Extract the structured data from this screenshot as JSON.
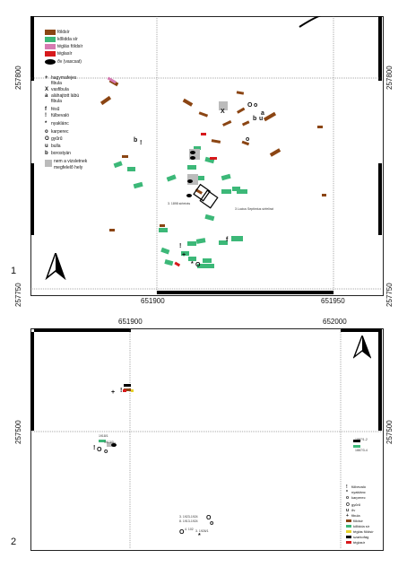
{
  "panel_numbers": {
    "top": "1",
    "bottom": "2"
  },
  "map1": {
    "coords": {
      "y_top": "257800",
      "y_bottom": "257750",
      "x_left": "651900",
      "x_right": "651950"
    },
    "legend_colors": [
      {
        "label": "földsír",
        "color": "#8B4513"
      },
      {
        "label": "kőlidda sír",
        "color": "#3CB878"
      },
      {
        "label": "téglás földsír",
        "color": "#D67AB1"
      },
      {
        "label": "téglasír",
        "color": "#D7191C"
      },
      {
        "label": "őv (vascsat)",
        "color": "#000000"
      }
    ],
    "legend_symbols": [
      {
        "symbol": "+",
        "label": "hagymafejes"
      },
      {
        "symbol": "",
        "label": "fibula"
      },
      {
        "symbol": "X",
        "label": "vasfibula"
      },
      {
        "symbol": "a",
        "label": "aláhajtott lábú"
      },
      {
        "symbol": "",
        "label": "fibula"
      },
      {
        "symbol": "f",
        "label": "fésű"
      },
      {
        "symbol": "!",
        "label": "fülbevaló"
      },
      {
        "symbol": "*",
        "label": "nyaklánc"
      },
      {
        "symbol": "o",
        "label": "karperec"
      },
      {
        "symbol": "O",
        "label": "gyűrű"
      },
      {
        "symbol": "u",
        "label": "bulla"
      },
      {
        "symbol": "b",
        "label": "borostyán"
      }
    ],
    "legend_gray": [
      "nem a vizsletnek",
      "megfelelő hely"
    ],
    "notes": [
      "3. 1898 sírleírás",
      "3 Lucius Septimius sírfelirat"
    ]
  },
  "map2": {
    "coords": {
      "x_left": "651900",
      "x_right": "652000",
      "y_mid": "257500"
    },
    "legend_symbols": [
      {
        "symbol": "!",
        "label": "fülbevaló"
      },
      {
        "symbol": "*",
        "label": "nyaklánc"
      },
      {
        "symbol": "o",
        "label": "karperec"
      },
      {
        "symbol": "O",
        "label": "gyűrű"
      },
      {
        "symbol": "u",
        "label": "őv"
      },
      {
        "symbol": "+",
        "label": "fibula"
      }
    ],
    "legend_colors": [
      {
        "label": "földsír",
        "color": "#8B4513"
      },
      {
        "label": "kőlidda sír",
        "color": "#3CB878"
      },
      {
        "label": "téglás földsír",
        "color": "#E7D22C"
      },
      {
        "label": "szarkofág",
        "color": "#000000"
      },
      {
        "label": "téglasír",
        "color": "#D7191C"
      }
    ],
    "labels": {
      "g1": "1918/1",
      "g2": "1913/3",
      "g3": "1887/1-2",
      "g4": "1887/3-4",
      "g5": "3. 1923-1924",
      "g6": "8. 1913-1924",
      "g7": "3. 1926/1",
      "g8": "4. 102"
    }
  }
}
